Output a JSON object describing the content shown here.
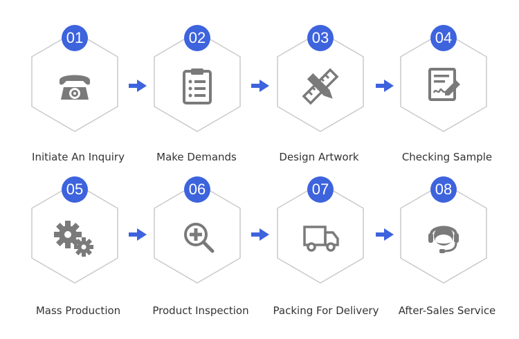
{
  "accent_color": "#3d63dd",
  "icon_color": "#7a7a7a",
  "hex_stroke": "#c9c9c9",
  "steps": [
    {
      "number": "01",
      "label": "Initiate An Inquiry",
      "icon": "telephone-icon"
    },
    {
      "number": "02",
      "label": "Make Demands",
      "icon": "clipboard-list-icon"
    },
    {
      "number": "03",
      "label": "Design Artwork",
      "icon": "pencil-ruler-icon"
    },
    {
      "number": "04",
      "label": "Checking Sample",
      "icon": "document-sign-icon"
    },
    {
      "number": "05",
      "label": "Mass Production",
      "icon": "gears-icon"
    },
    {
      "number": "06",
      "label": "Product Inspection",
      "icon": "magnifier-plus-icon"
    },
    {
      "number": "07",
      "label": "Packing For Delivery",
      "icon": "delivery-truck-icon"
    },
    {
      "number": "08",
      "label": "After-Sales Service",
      "icon": "headset-agent-icon"
    }
  ]
}
